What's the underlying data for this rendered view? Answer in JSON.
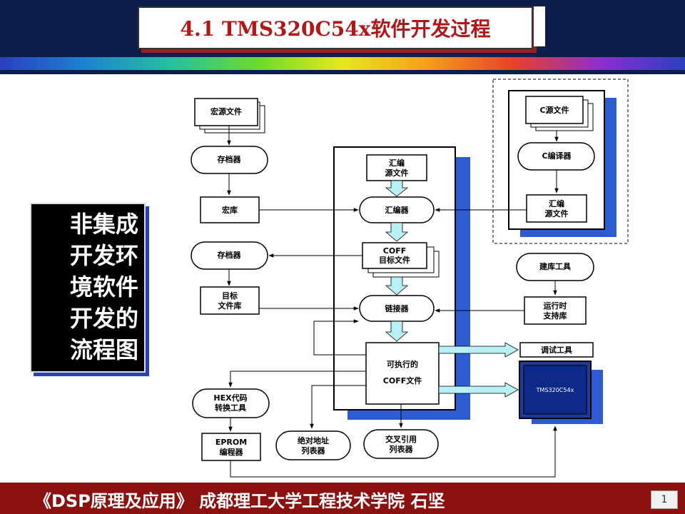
{
  "title": "4.1 TMS320C54x软件开发过程",
  "side_title": [
    "非集成",
    "开发环",
    "境软件",
    "开发的",
    "流程图"
  ],
  "footer": "《DSP原理及应用》  成都理工大学工程技术学院 石坚",
  "page_number": "1",
  "nodes": {
    "macro_source": "宏源文件",
    "archiver_top": "存档器",
    "macro_lib": "宏库",
    "archiver_mid": "存档器",
    "object_lib_1": "目标",
    "object_lib_2": "文件库",
    "hex_1": "HEX代码",
    "hex_2": "转换工具",
    "eprom_1": "EPROM",
    "eprom_2": "编程器",
    "asm_source_1": "汇编",
    "asm_source_2": "源文件",
    "assembler": "汇编器",
    "coff_obj_1": "COFF",
    "coff_obj_2": "目标文件",
    "linker": "链接器",
    "exec_1": "可执行的",
    "exec_2": "COFF文件",
    "abs_lister_1": "绝对地址",
    "abs_lister_2": "列表器",
    "xref_lister_1": "交叉引用",
    "xref_lister_2": "列表器",
    "c_source": "C源文件",
    "c_compiler": "C编译器",
    "c_asm_1": "汇编",
    "c_asm_2": "源文件",
    "lib_builder": "建库工具",
    "runtime_1": "运行时",
    "runtime_2": "支持库",
    "debug_tools": "调试工具",
    "target_chip": "TMS320C54x"
  }
}
